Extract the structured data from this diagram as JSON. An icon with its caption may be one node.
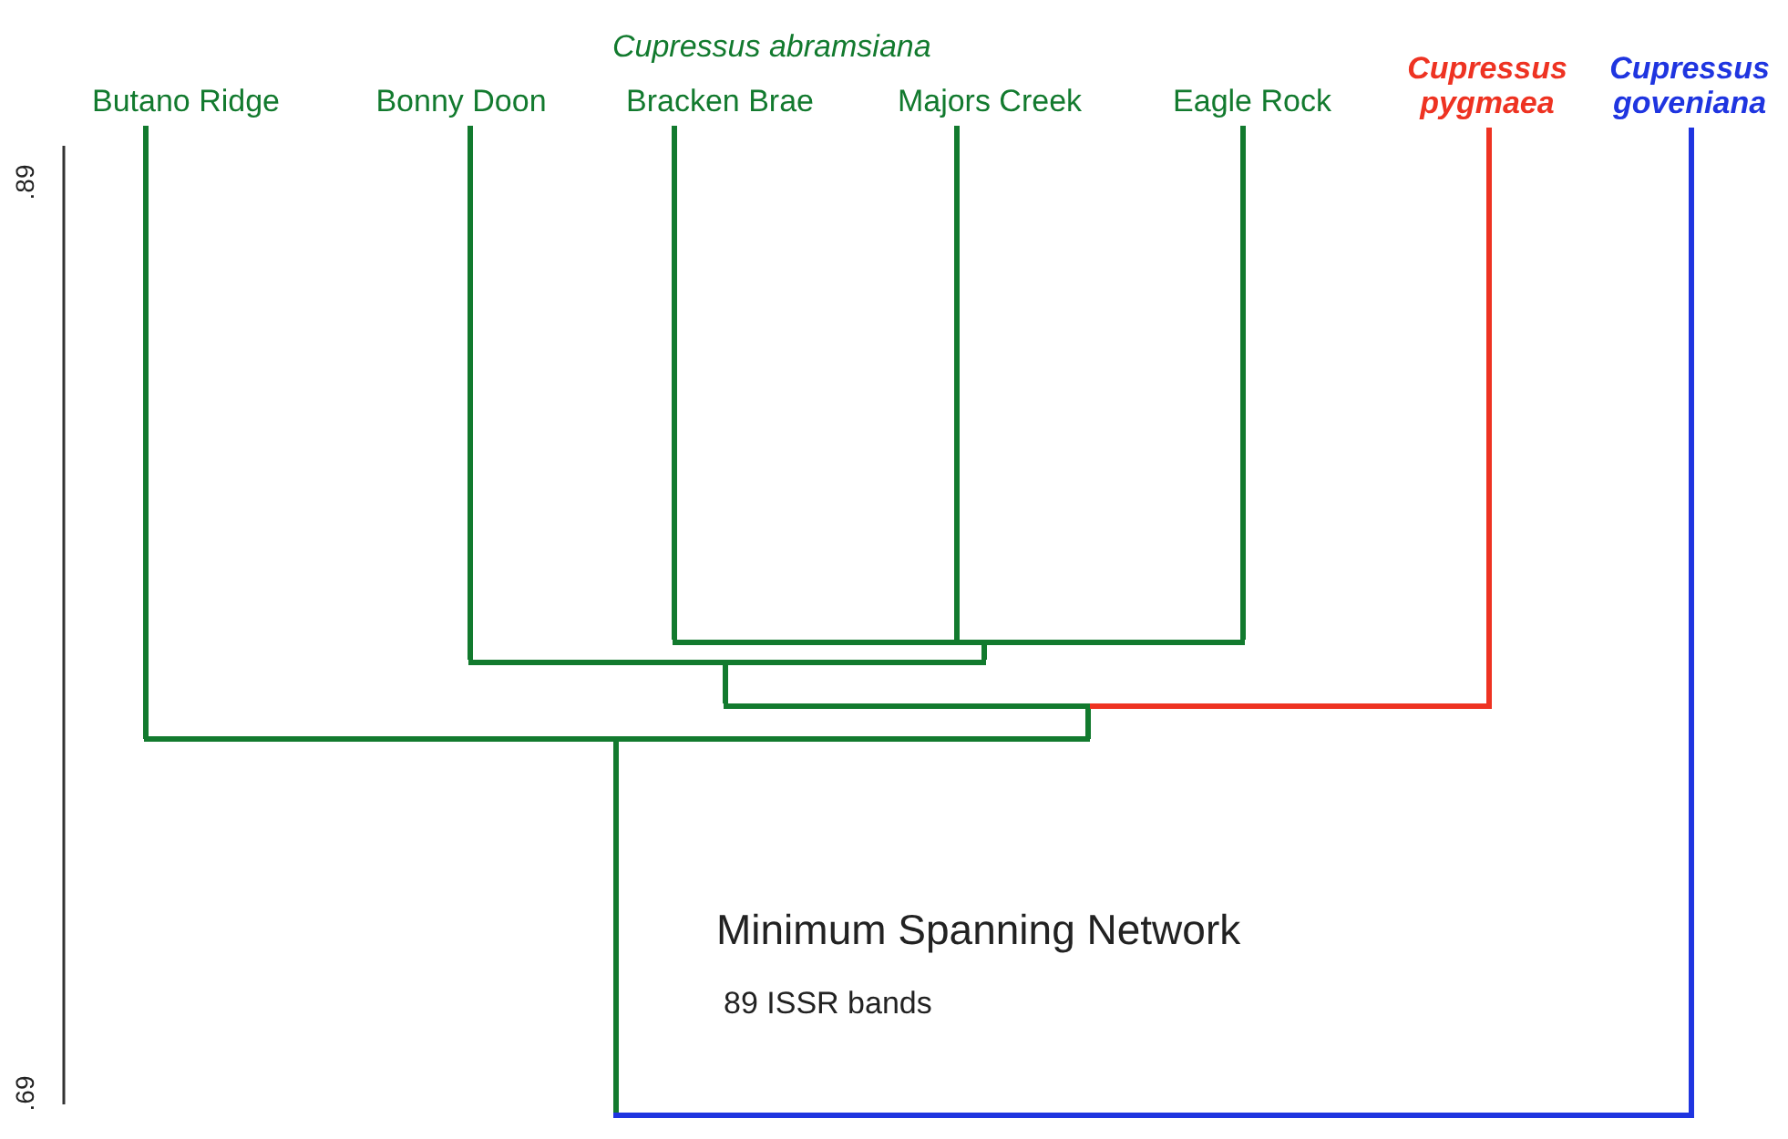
{
  "diagram": {
    "title": "Cupressus abramsiana",
    "nodes": [
      {
        "text": [
          "Butano Ridge"
        ]
      },
      {
        "text": [
          "Bonny Doon"
        ]
      },
      {
        "text": [
          "Bracken Brae"
        ]
      },
      {
        "text": [
          "Majors Creek"
        ]
      },
      {
        "text": [
          "Eagle Rock"
        ]
      },
      {
        "text": [
          "Cupressus pygmaea"
        ]
      },
      {
        "text": [
          "Cupressus goveniana"
        ]
      },
      {
        "text": [],
        "shape": "bar"
      },
      {
        "text": [],
        "shape": "bar"
      },
      {
        "text": [],
        "shape": "bar"
      },
      {
        "text": [],
        "shape": "bar"
      }
    ],
    "edges": [
      {
        "from": 0,
        "to": 10,
        "arrow": "none"
      },
      {
        "from": 1,
        "to": 8,
        "arrow": "none"
      },
      {
        "from": 2,
        "to": 7,
        "arrow": "none"
      },
      {
        "from": 3,
        "to": 7,
        "arrow": "none"
      },
      {
        "from": 4,
        "to": 7,
        "arrow": "none"
      },
      {
        "from": 7,
        "to": 8,
        "arrow": "none"
      },
      {
        "from": 8,
        "to": 9,
        "arrow": "none"
      },
      {
        "from": 9,
        "to": 10,
        "arrow": "none"
      },
      {
        "from": 5,
        "to": 9,
        "arrow": "none",
        "color": "#ee3322"
      },
      {
        "from": 10,
        "to": 6,
        "arrow": "none",
        "color": "#1f35e0"
      }
    ],
    "labels": [
      ".89",
      ".69",
      "Minimum Spanning Network",
      "89 ISSR bands"
    ]
  }
}
